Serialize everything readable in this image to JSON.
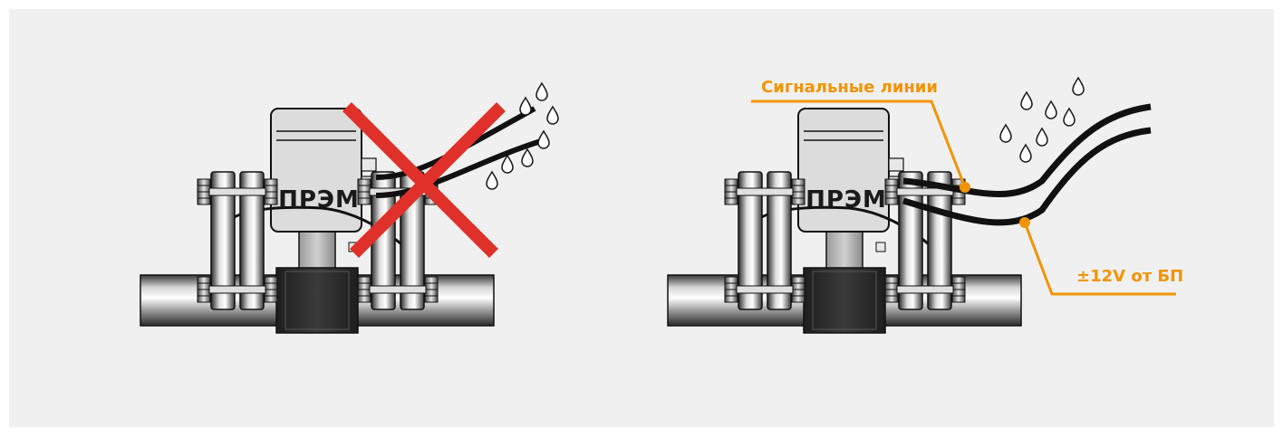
{
  "left_panel": {
    "device_label": "ПРЭМ",
    "status": "incorrect"
  },
  "right_panel": {
    "device_label": "ПРЭМ",
    "status": "correct",
    "callouts": {
      "signal_lines": "Сигнальные линии",
      "power": "±12V от БП"
    }
  },
  "colors": {
    "background": "#f0f0f0",
    "accent_orange": "#f29400",
    "cross_red": "#e0302a",
    "cable": "#1a1a1a",
    "meter_body": "#dcdcdc"
  },
  "icons": [
    "water-drop-icon",
    "cross-mark-icon"
  ]
}
